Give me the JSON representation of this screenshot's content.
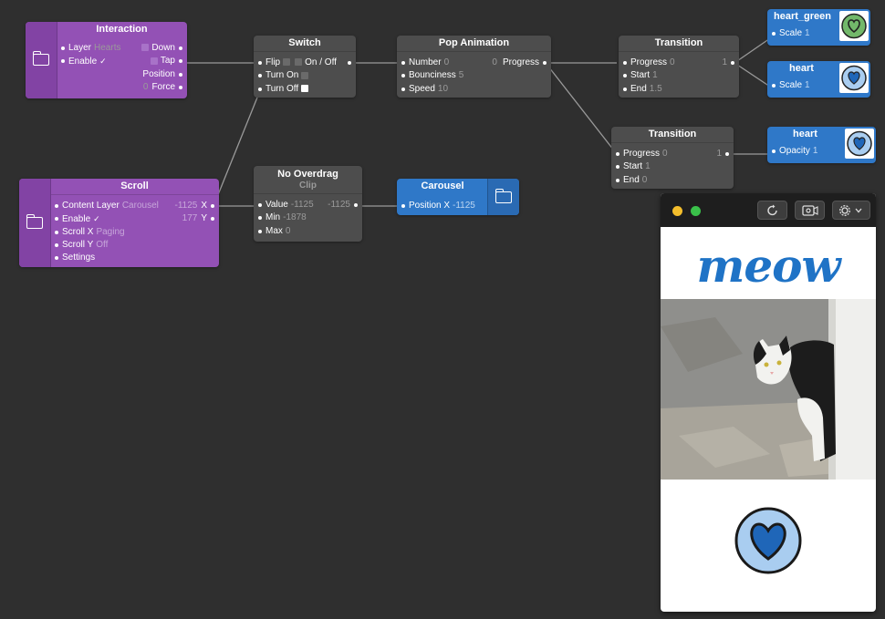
{
  "nodes": {
    "interaction": {
      "title": "Interaction",
      "rows": [
        {
          "label": "Layer",
          "value": "Hearts"
        },
        {
          "label": "Enable",
          "value": "✓"
        }
      ],
      "outputs": [
        "Down",
        "Tap",
        "Position",
        "Force"
      ],
      "force_value": "0"
    },
    "switch": {
      "title": "Switch",
      "inputs": [
        "Flip",
        "Turn On",
        "Turn Off"
      ],
      "output": "On / Off"
    },
    "pop_animation": {
      "title": "Pop Animation",
      "inputs": [
        {
          "label": "Number",
          "value": "0"
        },
        {
          "label": "Bounciness",
          "value": "5"
        },
        {
          "label": "Speed",
          "value": "10"
        }
      ],
      "output": {
        "label": "Progress",
        "value": "0"
      }
    },
    "transition_1": {
      "title": "Transition",
      "inputs": [
        {
          "label": "Progress",
          "value": "0"
        },
        {
          "label": "Start",
          "value": "1"
        },
        {
          "label": "End",
          "value": "1.5"
        }
      ],
      "output_value": "1"
    },
    "transition_2": {
      "title": "Transition",
      "inputs": [
        {
          "label": "Progress",
          "value": "0"
        },
        {
          "label": "Start",
          "value": "1"
        },
        {
          "label": "End",
          "value": "0"
        }
      ],
      "output_value": "1"
    },
    "heart_green": {
      "title": "heart_green",
      "input": {
        "label": "Scale",
        "value": "1"
      }
    },
    "heart_scale": {
      "title": "heart",
      "input": {
        "label": "Scale",
        "value": "1"
      }
    },
    "heart_opacity": {
      "title": "heart",
      "input": {
        "label": "Opacity",
        "value": "1"
      }
    },
    "scroll": {
      "title": "Scroll",
      "rows": [
        {
          "label": "Content Layer",
          "value": "Carousel"
        },
        {
          "label": "Enable",
          "value": "✓"
        },
        {
          "label": "Scroll X",
          "value": "Paging"
        },
        {
          "label": "Scroll Y",
          "value": "Off"
        },
        {
          "label": "Settings",
          "value": ""
        }
      ],
      "out_x": {
        "label": "X",
        "value": "-1125"
      },
      "out_y": {
        "label": "Y",
        "value": "177"
      }
    },
    "no_overdrag": {
      "title": "No Overdrag",
      "subtitle": "Clip",
      "inputs": [
        {
          "label": "Value",
          "value": "-1125"
        },
        {
          "label": "Min",
          "value": "-1878"
        },
        {
          "label": "Max",
          "value": "0"
        }
      ],
      "output_value": "-1125"
    },
    "carousel": {
      "title": "Carousel",
      "input": {
        "label": "Position X",
        "value": "-1125"
      }
    }
  },
  "preview": {
    "text": "meow",
    "toolbar": [
      "refresh-icon",
      "record-icon",
      "gear-icon"
    ],
    "colors": {
      "close": "#f4be2c",
      "maximize": "#3ac14a",
      "accent": "#1f73c6"
    }
  },
  "colors": {
    "canvas": "#2f2f2f",
    "patch_gray": "#4d4d4d",
    "patch_purple": "#9351b5",
    "layer_blue": "#2f78c8"
  }
}
